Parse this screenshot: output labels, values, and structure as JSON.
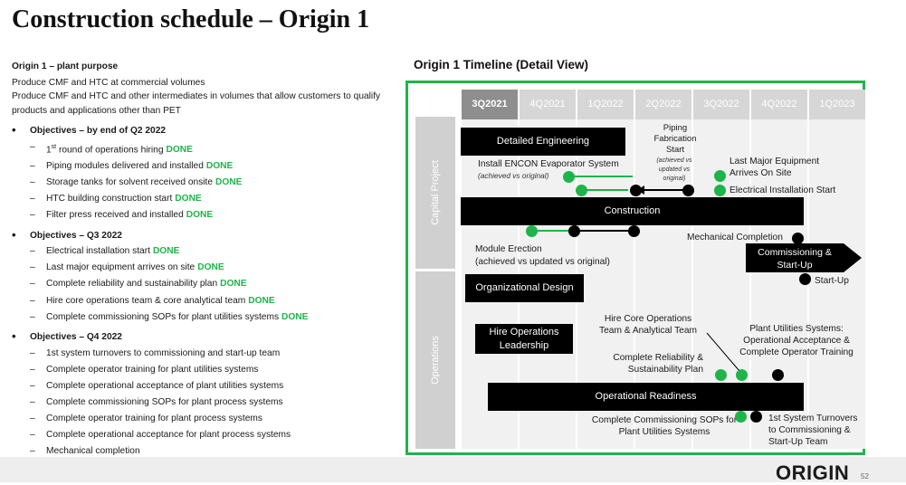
{
  "page": {
    "title": "Construction schedule – Origin 1",
    "page_number": "52",
    "logo_text": "ORIGIN"
  },
  "left": {
    "purpose_heading": "Origin 1 – plant purpose",
    "purpose_1": "Produce CMF and HTC at commercial volumes",
    "purpose_2": "Produce CMF and HTC and other intermediates in volumes that allow customers to qualify products and applications other than PET",
    "done_label": "DONE",
    "objectives": [
      {
        "heading": "Objectives – by end of Q2 2022",
        "items": [
          {
            "text_pre": "1",
            "text_sup": "st",
            "text": " round of operations hiring",
            "done": true
          },
          {
            "text": "Piping modules delivered and installed",
            "done": true
          },
          {
            "text": "Storage tanks for solvent received onsite",
            "done": true
          },
          {
            "text": "HTC building construction start",
            "done": true
          },
          {
            "text": "Filter press received and installed",
            "done": true
          }
        ]
      },
      {
        "heading": "Objectives – Q3 2022",
        "items": [
          {
            "text": "Electrical installation start",
            "done": true
          },
          {
            "text": "Last major equipment arrives on site",
            "done": true
          },
          {
            "text": "Complete reliability and sustainability plan",
            "done": true
          },
          {
            "text": "Hire core operations team & core analytical team",
            "done": true
          },
          {
            "text": "Complete commissioning SOPs for plant utilities systems",
            "done": true
          }
        ]
      },
      {
        "heading": "Objectives – Q4 2022",
        "items": [
          {
            "text": "1st system turnovers to commissioning and start-up team"
          },
          {
            "text": "Complete operator training for plant utilities systems"
          },
          {
            "text": "Complete operational acceptance of plant utilities systems"
          },
          {
            "text": "Complete commissioning SOPs for plant process systems"
          },
          {
            "text": "Complete operator training for plant process systems"
          },
          {
            "text": "Complete operational acceptance for plant process systems"
          },
          {
            "text": "Mechanical completion"
          }
        ]
      }
    ]
  },
  "timeline": {
    "title": "Origin 1 Timeline (Detail View)",
    "quarters": [
      "3Q2021",
      "4Q2021",
      "1Q2022",
      "2Q2022",
      "3Q2022",
      "4Q2022",
      "1Q2023"
    ],
    "current_quarter": "3Q2021",
    "sections": {
      "capital": "Capital Project",
      "operations": "Operations"
    },
    "bars": {
      "detailed_engineering": "Detailed Engineering",
      "construction": "Construction",
      "commissioning": "Commissioning & Start-Up",
      "organizational_design": "Organizational Design",
      "hire_ops_leadership": "Hire Operations Leadership",
      "operational_readiness": "Operational Readiness"
    },
    "labels": {
      "encon": "Install ENCON Evaporator System",
      "encon_note": "(achieved vs original)",
      "piping": "Piping Fabrication Start",
      "piping_note": "(achieved vs updated vs original)",
      "last_equipment": "Last Major Equipment Arrives On Site",
      "electrical": "Electrical Installation Start",
      "module_erection": "Module Erection",
      "module_note": "(achieved vs updated vs original)",
      "mechanical": "Mechanical Completion",
      "startup": "Start-Up",
      "hire_core": "Hire Core Operations Team & Analytical Team",
      "reliability": "Complete Reliability & Sustainability Plan",
      "utilities": "Plant Utilities Systems: Operational Acceptance & Complete Operator Training",
      "commissioning_sops": "Complete Commissioning SOPs for Plant Utilities Systems",
      "turnovers": "1st System Turnovers to Commissioning & Start-Up Team"
    },
    "colors": {
      "done": "#1db54a",
      "pending": "#000000",
      "border": "#1db54a"
    }
  }
}
